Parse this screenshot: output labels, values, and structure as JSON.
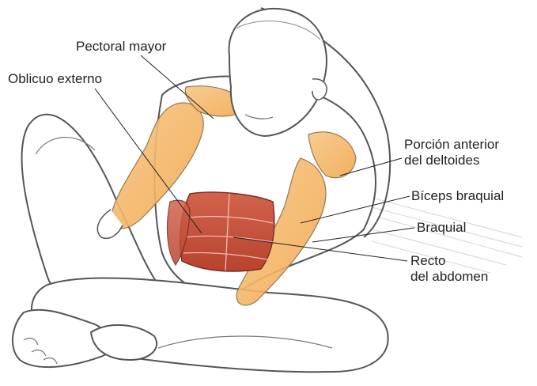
{
  "colors": {
    "muscle_orange": "#f4b86a",
    "muscle_red": "#c9533f",
    "outline": "#555555",
    "skin": "#ffffff"
  },
  "labels": {
    "pectoral_mayor": "Pectoral mayor",
    "oblicuo_externo": "Oblicuo externo",
    "porcion_anterior_line1": "Porción anterior",
    "porcion_anterior_line2": "del deltoides",
    "biceps_braquial": "Bíceps braquial",
    "braquial": "Braquial",
    "recto_line1": "Recto",
    "recto_line2": "del abdomen"
  }
}
